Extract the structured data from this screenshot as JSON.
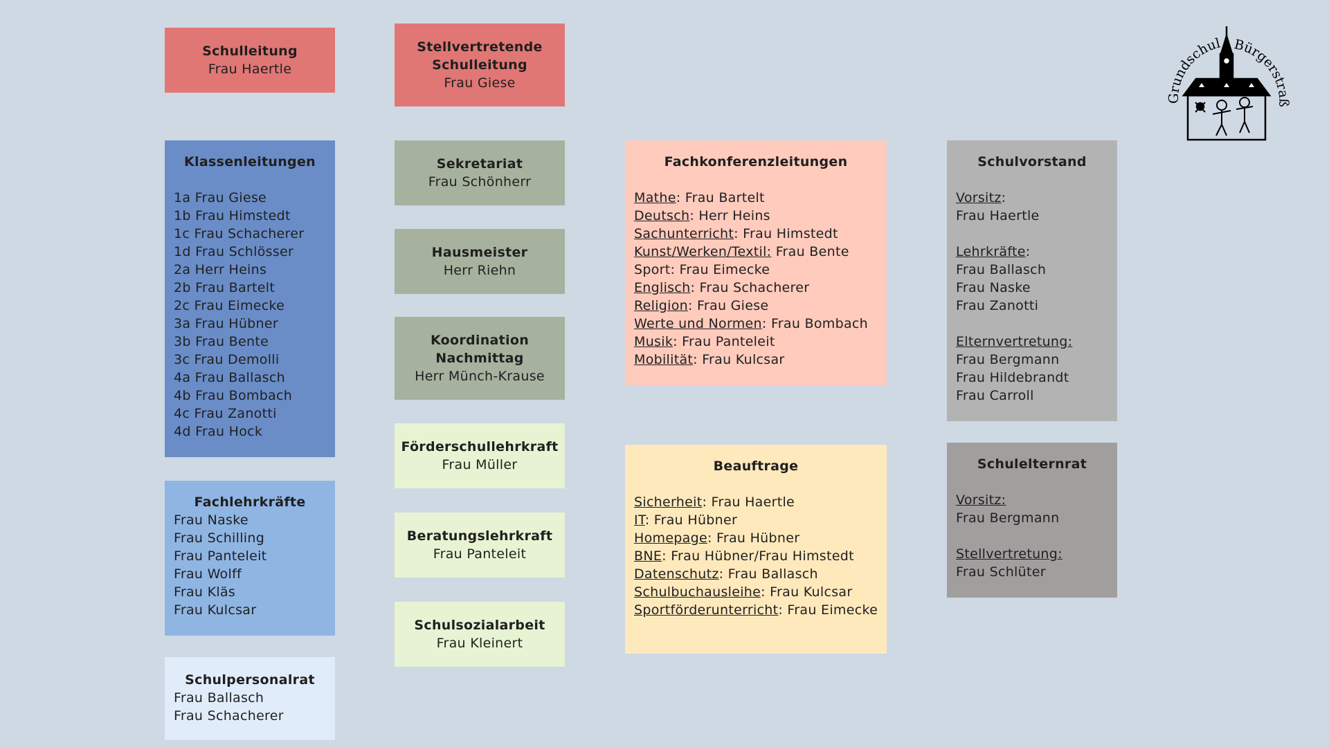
{
  "colors": {
    "background": "#cfd9e4",
    "leitung": "#e07775",
    "klassen": "#6a8dc7",
    "fachlehr": "#8fb5e3",
    "personalrat": "#e1ecfb",
    "grey_green": "#a6b29e",
    "light_green": "#e7f3d3",
    "fachkonf": "#fecbbd",
    "beauftrage": "#fee9bd",
    "schulvorstand": "#b3b3b3",
    "schuleltern": "#a19e9e"
  },
  "logo": {
    "text_left": "Grundschule",
    "text_right": "Bürgerstraße"
  },
  "schulleitung": {
    "title": "Schulleitung",
    "name": "Frau Haertle"
  },
  "stellvertretung": {
    "title_line1": "Stellvertretende",
    "title_line2": "Schulleitung",
    "name": "Frau Giese"
  },
  "klassenleitungen": {
    "title": "Klassenleitungen",
    "items": [
      "1a Frau Giese",
      "1b Frau Himstedt",
      "1c Frau Schacherer",
      "1d Frau Schlösser",
      "2a Herr Heins",
      "2b Frau Bartelt",
      "2c Frau Eimecke",
      "3a Frau Hübner",
      "3b Frau Bente",
      "3c Frau Demolli",
      "4a Frau Ballasch",
      "4b Frau Bombach",
      "4c Frau Zanotti",
      "4d Frau Hock"
    ]
  },
  "fachlehrkraefte": {
    "title": "Fachlehrkräfte",
    "items": [
      "Frau Naske",
      "Frau Schilling",
      "Frau Panteleit",
      "Frau Wolff",
      "Frau Kläs",
      "Frau Kulcsar"
    ]
  },
  "schulpersonalrat": {
    "title": "Schulpersonalrat",
    "items": [
      "Frau Ballasch",
      "Frau Schacherer"
    ]
  },
  "sekretariat": {
    "title": "Sekretariat",
    "name": "Frau Schönherr"
  },
  "hausmeister": {
    "title": "Hausmeister",
    "name": "Herr Riehn"
  },
  "koordination": {
    "title_line1": "Koordination",
    "title_line2": "Nachmittag",
    "name": "Herr Münch-Krause"
  },
  "foerder": {
    "title": "Förderschullehrkraft",
    "name": "Frau Müller"
  },
  "beratung": {
    "title": "Beratungslehrkraft",
    "name": "Frau Panteleit"
  },
  "sozial": {
    "title": "Schulsozialarbeit",
    "name": "Frau Kleinert"
  },
  "fachkonferenz": {
    "title": "Fachkonferenzleitungen",
    "items": [
      {
        "label": "Mathe",
        "rest": ": Frau Bartelt",
        "underline": true
      },
      {
        "label": "Deutsch",
        "rest": ": Herr Heins",
        "underline": true
      },
      {
        "label": "Sachunterricht",
        "rest": ": Frau Himstedt",
        "underline": true
      },
      {
        "label": "Kunst/Werken/Textil:",
        "rest": " Frau Bente",
        "underline": true
      },
      {
        "label": "Sport",
        "rest": ": Frau Eimecke",
        "underline": false
      },
      {
        "label": "Englisch",
        "rest": ": Frau Schacherer",
        "underline": true
      },
      {
        "label": "Religion",
        "rest": ": Frau Giese",
        "underline": true
      },
      {
        "label": "Werte und Normen",
        "rest": ": Frau Bombach",
        "underline": true
      },
      {
        "label": "Musik",
        "rest": ": Frau Panteleit",
        "underline": true
      },
      {
        "label": "Mobilität",
        "rest": ": Frau Kulcsar",
        "underline": true
      }
    ]
  },
  "beauftrage": {
    "title": "Beauftrage",
    "items": [
      {
        "label": "Sicherheit",
        "rest": ": Frau Haertle",
        "underline": true
      },
      {
        "label": "IT",
        "rest": ": Frau Hübner",
        "underline": true
      },
      {
        "label": "Homepage",
        "rest": ": Frau Hübner",
        "underline": true
      },
      {
        "label": "BNE",
        "rest": ": Frau Hübner/Frau Himstedt",
        "underline": true
      },
      {
        "label": "Datenschutz",
        "rest": ": Frau Ballasch",
        "underline": true
      },
      {
        "label": "Schulbuchausleihe",
        "rest": ": Frau Kulcsar",
        "underline": true
      },
      {
        "label": "Sportförderunterricht",
        "rest": ": Frau Eimecke",
        "underline": true
      }
    ]
  },
  "schulvorstand": {
    "title": "Schulvorstand",
    "vorsitz_label": "Vorsitz",
    "vorsitz_colon": ":",
    "vorsitz_name": "Frau Haertle",
    "lehr_label": "Lehrkräfte",
    "lehr_colon": ":",
    "lehr_names": [
      "Frau Ballasch",
      "Frau Naske",
      "Frau Zanotti"
    ],
    "eltern_label": "Elternvertretung:",
    "eltern_names": [
      "Frau Bergmann",
      "Frau Hildebrandt",
      "Frau Carroll"
    ]
  },
  "schulelternrat": {
    "title": "Schulelternrat",
    "vorsitz_label": "Vorsitz:",
    "vorsitz_name": "Frau Bergmann",
    "stell_label": "Stellvertretung:",
    "stell_name": "Frau Schlüter"
  }
}
